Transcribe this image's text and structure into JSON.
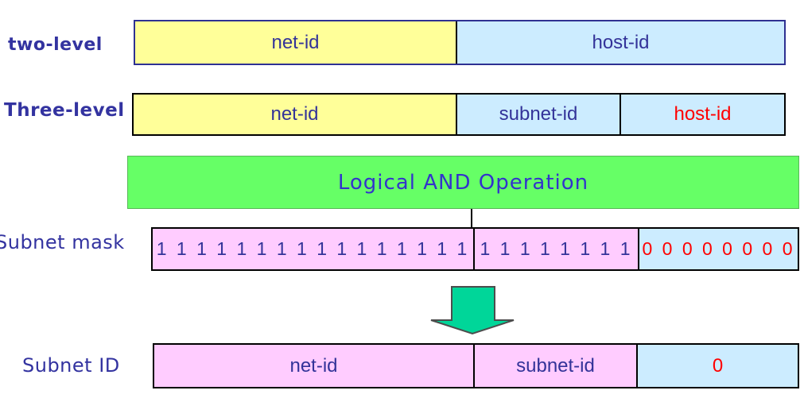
{
  "rows": {
    "two_level": {
      "label": "two-level",
      "cells": [
        {
          "text": "net-id"
        },
        {
          "text": "host-id"
        }
      ]
    },
    "three_level": {
      "label": "Three-level",
      "cells": [
        {
          "text": "net-id"
        },
        {
          "text": "subnet-id"
        },
        {
          "text": "host-id"
        }
      ]
    },
    "and_bar": {
      "label": "Logical AND Operation"
    },
    "subnet_mask": {
      "label": "Subnet mask",
      "cells": [
        {
          "text": "1 1 1 1 1 1 1 1 1 1 1 1 1 1 1 1"
        },
        {
          "text": "1 1 1 1 1 1 1 1"
        },
        {
          "text": "0 0 0 0 0 0 0 0"
        }
      ]
    },
    "subnet_id": {
      "label": "Subnet ID",
      "cells": [
        {
          "text": "net-id"
        },
        {
          "text": "subnet-id"
        },
        {
          "text": "0"
        }
      ]
    }
  },
  "icons": {
    "down_arrow": "down-arrow"
  },
  "colors": {
    "net_id_fill": "#FFFF99",
    "host_id_fill": "#CCECFF",
    "mask_fill": "#FFCCFF",
    "and_bar_fill": "#66FF66",
    "arrow_fill": "#00D699",
    "label_text": "#3333A0",
    "cell_text": "#333399",
    "highlight_text": "#FF0000",
    "two_level_border": "#2E3192",
    "default_border": "#000000"
  }
}
